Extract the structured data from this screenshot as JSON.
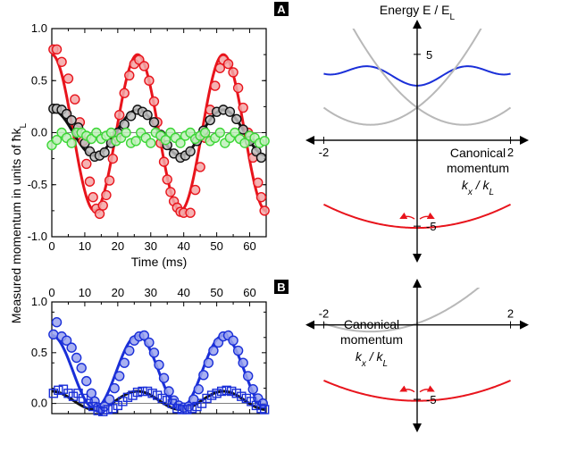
{
  "panel_labels": {
    "a": "A",
    "b": "B"
  },
  "shared_ylabel": "Measured momentum in units of ħk",
  "shared_ylabel_sub": "L",
  "colors": {
    "red": "#e8141c",
    "black": "#111111",
    "green": "#3cd636",
    "blue": "#1a2fd8",
    "grey": "#b8b8b8",
    "marker_fill_red": "#f3a6a6",
    "marker_fill_green": "#bff0bb",
    "marker_fill_black": "#bdbdbd",
    "marker_fill_blue": "#9aa3ee"
  },
  "chart_data": [
    {
      "id": "A-left",
      "type": "scatter",
      "xlabel": "Time (ms)",
      "xlim": [
        0,
        65
      ],
      "ylim": [
        -1.0,
        1.0
      ],
      "xticks": [
        0,
        10,
        20,
        30,
        40,
        50,
        60
      ],
      "yticks": [
        1.0,
        0.5,
        0.0,
        -0.5,
        -1.0
      ],
      "ytick_labels": [
        "1.0",
        "0.5",
        "0.0",
        "-0.5",
        "-1.0"
      ],
      "series": [
        {
          "color_key": "red",
          "model": {
            "amp": 0.75,
            "period": 26.0,
            "phase": 0,
            "decay": 0.0,
            "offset": 0.0
          },
          "points": [
            [
              0.5,
              0.8
            ],
            [
              1.5,
              0.8
            ],
            [
              3,
              0.68
            ],
            [
              5,
              0.52
            ],
            [
              7,
              0.32
            ],
            [
              8.5,
              0.1
            ],
            [
              9.5,
              -0.08
            ],
            [
              10.5,
              -0.3
            ],
            [
              11.5,
              -0.47
            ],
            [
              12.5,
              -0.62
            ],
            [
              13.5,
              -0.73
            ],
            [
              14.5,
              -0.78
            ],
            [
              15.5,
              -0.7
            ],
            [
              16.5,
              -0.6
            ],
            [
              17.5,
              -0.46
            ],
            [
              18.5,
              -0.25
            ],
            [
              19.5,
              -0.05
            ],
            [
              20.5,
              0.17
            ],
            [
              22,
              0.38
            ],
            [
              23.5,
              0.55
            ],
            [
              25,
              0.66
            ],
            [
              26.5,
              0.7
            ],
            [
              28,
              0.64
            ],
            [
              29.5,
              0.5
            ],
            [
              31,
              0.3
            ],
            [
              32,
              0.1
            ],
            [
              33,
              -0.1
            ],
            [
              34,
              -0.28
            ],
            [
              35,
              -0.45
            ],
            [
              36,
              -0.57
            ],
            [
              37,
              -0.66
            ],
            [
              38,
              -0.72
            ],
            [
              39,
              -0.76
            ],
            [
              40,
              -0.77
            ],
            [
              42,
              -0.77
            ],
            [
              43.5,
              -0.55
            ],
            [
              45,
              -0.33
            ],
            [
              46.5,
              -0.05
            ],
            [
              48,
              0.22
            ],
            [
              49.5,
              0.45
            ],
            [
              51,
              0.62
            ],
            [
              52,
              0.7
            ],
            [
              53.5,
              0.66
            ],
            [
              55,
              0.58
            ],
            [
              56.5,
              0.43
            ],
            [
              58,
              0.24
            ],
            [
              59.5,
              0.0
            ],
            [
              61,
              -0.24
            ],
            [
              62.5,
              -0.48
            ],
            [
              63.5,
              -0.62
            ],
            [
              64.5,
              -0.75
            ]
          ]
        },
        {
          "color_key": "black",
          "model": {
            "amp": 0.22,
            "period": 26.0,
            "phase": 0,
            "decay": 0.0,
            "offset": 0.0
          },
          "points": [
            [
              0.5,
              0.23
            ],
            [
              1.5,
              0.23
            ],
            [
              3,
              0.22
            ],
            [
              4.5,
              0.18
            ],
            [
              6,
              0.12
            ],
            [
              8,
              0.05
            ],
            [
              10,
              -0.1
            ],
            [
              11.5,
              -0.18
            ],
            [
              13,
              -0.23
            ],
            [
              14.5,
              -0.22
            ],
            [
              16,
              -0.19
            ],
            [
              18,
              -0.1
            ],
            [
              20,
              0.0
            ],
            [
              22,
              0.08
            ],
            [
              24,
              0.16
            ],
            [
              26,
              0.22
            ],
            [
              27.5,
              0.2
            ],
            [
              29,
              0.17
            ],
            [
              31,
              0.1
            ],
            [
              33,
              -0.02
            ],
            [
              35,
              -0.12
            ],
            [
              37,
              -0.2
            ],
            [
              39,
              -0.24
            ],
            [
              40.5,
              -0.22
            ],
            [
              42,
              -0.18
            ],
            [
              44,
              -0.08
            ],
            [
              46,
              0.02
            ],
            [
              48,
              0.12
            ],
            [
              50,
              0.2
            ],
            [
              52,
              0.22
            ],
            [
              54,
              0.2
            ],
            [
              56,
              0.13
            ],
            [
              58,
              0.03
            ],
            [
              60,
              -0.08
            ],
            [
              62,
              -0.18
            ],
            [
              63.5,
              -0.24
            ]
          ]
        },
        {
          "color_key": "green",
          "model": null,
          "points": [
            [
              0,
              -0.12
            ],
            [
              1.5,
              -0.07
            ],
            [
              3,
              0.0
            ],
            [
              4.5,
              -0.05
            ],
            [
              6,
              -0.1
            ],
            [
              7.5,
              0.0
            ],
            [
              9,
              0.0
            ],
            [
              10.5,
              -0.03
            ],
            [
              12,
              -0.06
            ],
            [
              13.5,
              0.0
            ],
            [
              15,
              -0.06
            ],
            [
              16.5,
              -0.03
            ],
            [
              18,
              0.0
            ],
            [
              19.5,
              -0.08
            ],
            [
              21,
              -0.05
            ],
            [
              22.5,
              0.0
            ],
            [
              24,
              -0.1
            ],
            [
              25.5,
              -0.08
            ],
            [
              27,
              0.0
            ],
            [
              28.5,
              -0.05
            ],
            [
              30,
              -0.1
            ],
            [
              31.5,
              0.0
            ],
            [
              33,
              -0.03
            ],
            [
              34.5,
              -0.07
            ],
            [
              36,
              0.0
            ],
            [
              37.5,
              -0.05
            ],
            [
              39,
              -0.1
            ],
            [
              40.5,
              -0.03
            ],
            [
              42,
              0.0
            ],
            [
              43.5,
              -0.06
            ],
            [
              45,
              -0.03
            ],
            [
              46.5,
              0.0
            ],
            [
              48,
              -0.08
            ],
            [
              49.5,
              -0.05
            ],
            [
              51,
              0.0
            ],
            [
              52.5,
              -0.1
            ],
            [
              54,
              -0.05
            ],
            [
              55.5,
              0.0
            ],
            [
              57,
              -0.06
            ],
            [
              58.5,
              -0.1
            ],
            [
              60,
              -0.03
            ],
            [
              61.5,
              -0.05
            ],
            [
              63,
              -0.1
            ],
            [
              64.5,
              -0.08
            ]
          ]
        }
      ]
    },
    {
      "id": "A-right",
      "type": "line",
      "ylabel": "Energy  E / E",
      "ylabel_sub": "L",
      "xlabel_lines": [
        "Canonical",
        "momentum"
      ],
      "xlabel_var": "k / k",
      "xlim": [
        -2.2,
        2.2
      ],
      "ylim": [
        -6.5,
        6.5
      ],
      "xticks": [
        -2,
        2
      ],
      "xtick_labels": [
        "-2",
        "2"
      ],
      "yticks": [
        5,
        -5
      ],
      "ytick_labels": [
        "5",
        "-5"
      ],
      "bands": [
        {
          "color_key": "blue",
          "kind": "upper"
        },
        {
          "color_key": "grey",
          "kind": "parabola",
          "center": -1
        },
        {
          "color_key": "grey",
          "kind": "parabola",
          "center": 1
        },
        {
          "color_key": "red",
          "kind": "lower"
        }
      ]
    },
    {
      "id": "B-left",
      "type": "scatter",
      "xlim": [
        0,
        65
      ],
      "ylim": [
        -0.1,
        1.0
      ],
      "xticks": [
        0,
        10,
        20,
        30,
        40,
        50,
        60
      ],
      "yticks": [
        1.0,
        0.5,
        0.0
      ],
      "ytick_labels": [
        "1.0",
        "0.5",
        "0.0"
      ],
      "series": [
        {
          "color_key": "blue",
          "marker": "circle",
          "model": {
            "amp": 0.36,
            "period": 26.0,
            "offset": 0.31
          },
          "points": [
            [
              0.5,
              0.68
            ],
            [
              1.5,
              0.8
            ],
            [
              3,
              0.66
            ],
            [
              4.5,
              0.62
            ],
            [
              6,
              0.55
            ],
            [
              7.5,
              0.45
            ],
            [
              9,
              0.35
            ],
            [
              10.5,
              0.22
            ],
            [
              12,
              0.1
            ],
            [
              13,
              0.02
            ],
            [
              14,
              -0.04
            ],
            [
              15,
              -0.05
            ],
            [
              16,
              -0.03
            ],
            [
              17.5,
              0.04
            ],
            [
              19,
              0.15
            ],
            [
              20.5,
              0.27
            ],
            [
              22,
              0.4
            ],
            [
              23.5,
              0.52
            ],
            [
              25,
              0.62
            ],
            [
              26.5,
              0.66
            ],
            [
              28,
              0.67
            ],
            [
              29.5,
              0.6
            ],
            [
              31,
              0.5
            ],
            [
              32.5,
              0.38
            ],
            [
              34,
              0.25
            ],
            [
              35.5,
              0.12
            ],
            [
              37,
              0.03
            ],
            [
              38.5,
              -0.02
            ],
            [
              40,
              -0.04
            ],
            [
              41.5,
              -0.03
            ],
            [
              43,
              0.04
            ],
            [
              44.5,
              0.14
            ],
            [
              46,
              0.28
            ],
            [
              47.5,
              0.4
            ],
            [
              49,
              0.52
            ],
            [
              50.5,
              0.6
            ],
            [
              52,
              0.66
            ],
            [
              53.5,
              0.67
            ],
            [
              55,
              0.62
            ],
            [
              56.5,
              0.52
            ],
            [
              58,
              0.4
            ],
            [
              59.5,
              0.27
            ],
            [
              61,
              0.14
            ],
            [
              62.5,
              0.05
            ],
            [
              64,
              0.0
            ]
          ]
        },
        {
          "color_key": "blue",
          "marker": "square",
          "model": null,
          "points": [
            [
              0.5,
              0.1
            ],
            [
              2,
              0.13
            ],
            [
              3.5,
              0.14
            ],
            [
              5,
              0.1
            ],
            [
              6.5,
              0.07
            ],
            [
              8,
              0.1
            ],
            [
              9.5,
              0.05
            ],
            [
              11,
              0.0
            ],
            [
              12.5,
              -0.03
            ],
            [
              14,
              -0.07
            ],
            [
              15.5,
              -0.08
            ],
            [
              17,
              -0.06
            ],
            [
              18.5,
              -0.05
            ],
            [
              20,
              -0.02
            ],
            [
              21.5,
              0.02
            ],
            [
              23,
              0.06
            ],
            [
              24.5,
              0.08
            ],
            [
              26,
              0.11
            ],
            [
              27.5,
              0.12
            ],
            [
              29,
              0.12
            ],
            [
              30.5,
              0.1
            ],
            [
              32,
              0.08
            ],
            [
              33.5,
              0.05
            ],
            [
              35,
              0.03
            ],
            [
              36.5,
              0.0
            ],
            [
              38,
              -0.05
            ],
            [
              39.5,
              -0.06
            ],
            [
              41,
              -0.06
            ],
            [
              42.5,
              -0.05
            ],
            [
              44,
              -0.03
            ],
            [
              45.5,
              0.0
            ],
            [
              47,
              0.05
            ],
            [
              48.5,
              0.08
            ],
            [
              50,
              0.1
            ],
            [
              51.5,
              0.12
            ],
            [
              53,
              0.13
            ],
            [
              54.5,
              0.12
            ],
            [
              56,
              0.1
            ],
            [
              57.5,
              0.07
            ],
            [
              59,
              0.05
            ],
            [
              60.5,
              0.02
            ],
            [
              62,
              -0.02
            ],
            [
              63.5,
              -0.05
            ],
            [
              64.5,
              -0.06
            ]
          ]
        },
        {
          "color_key": "black",
          "marker": "none",
          "model": {
            "amp": 0.09,
            "period": 26.0,
            "offset": 0.03
          },
          "points": []
        }
      ]
    },
    {
      "id": "B-right",
      "type": "line",
      "xlabel_lines": [
        "Canonical",
        "momentum"
      ],
      "xlabel_var": "k / k",
      "xlim": [
        -2.2,
        2.2
      ],
      "ylim": [
        -6.5,
        2.5
      ],
      "xticks": [
        -2,
        2
      ],
      "xtick_labels": [
        "-2",
        "2"
      ],
      "yticks": [
        -5
      ],
      "ytick_labels": [
        "-5"
      ],
      "bands": [
        {
          "color_key": "grey",
          "kind": "upper_partial"
        },
        {
          "color_key": "red",
          "kind": "lower"
        }
      ]
    }
  ]
}
